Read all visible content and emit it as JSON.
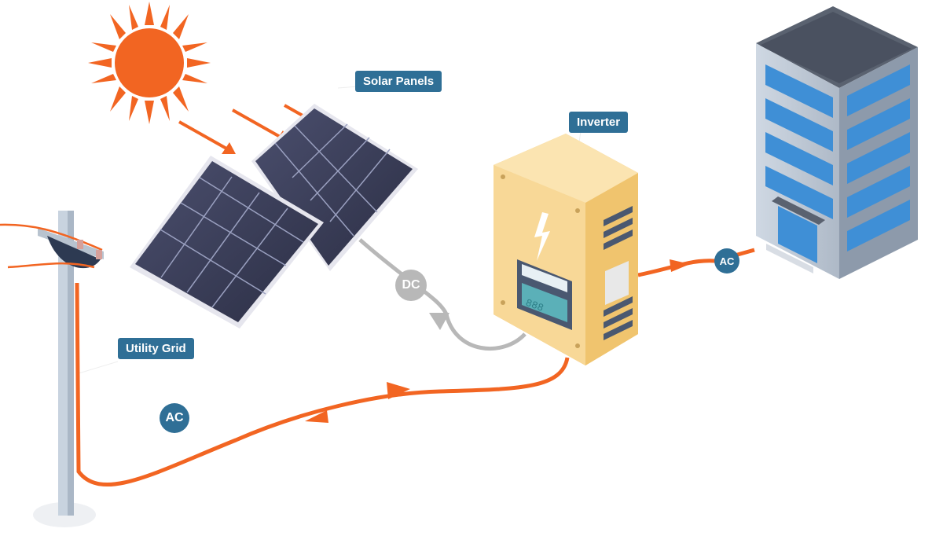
{
  "labels": {
    "solar_panels": "Solar Panels",
    "inverter": "Inverter",
    "utility_grid": "Utility Grid"
  },
  "badges": {
    "dc": "DC",
    "ac_building": "AC",
    "ac_grid": "AC"
  },
  "inverter_display": "888",
  "colors": {
    "label_bg": "#2f6f96",
    "ac_line": "#f26522",
    "dc_line": "#b8b8b8",
    "sun": "#f26522",
    "inverter_body": "#f8d897"
  }
}
